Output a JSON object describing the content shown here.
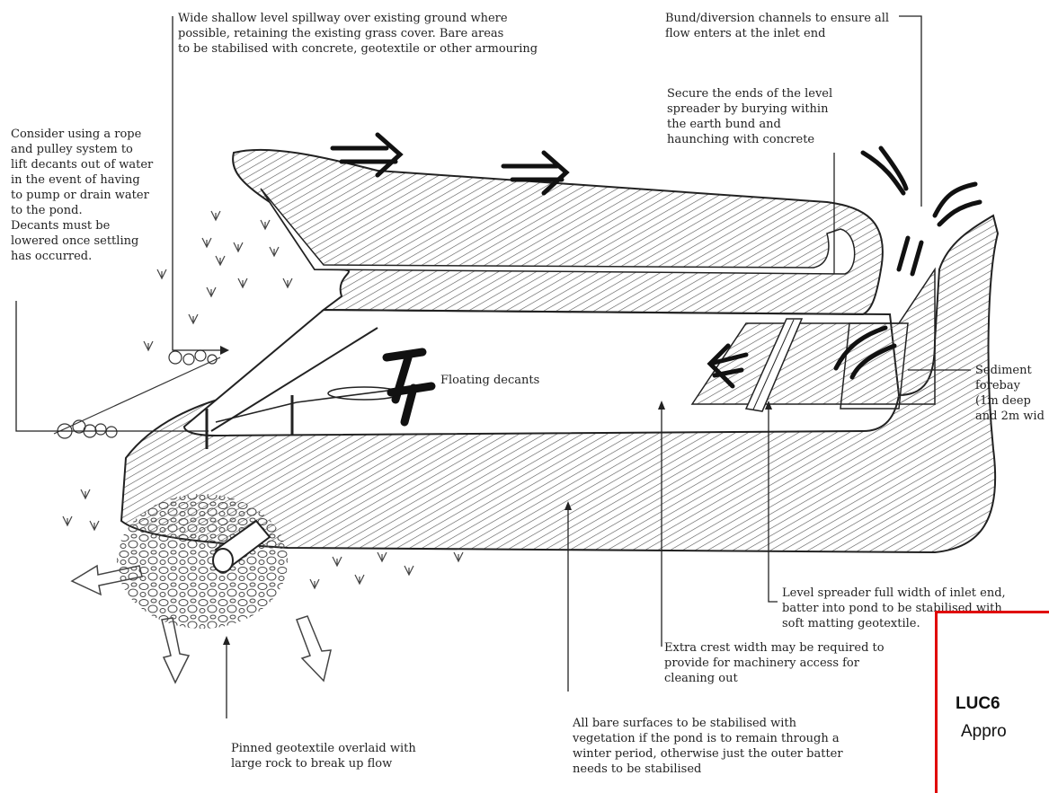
{
  "annotations": {
    "spillway": "Wide shallow level spillway over existing ground where\npossible, retaining the existing grass cover. Bare areas\nto be stabilised with concrete, geotextile or other armouring",
    "bund": "Bund/diversion channels to ensure all\nflow enters at the inlet end",
    "secure_ends": "Secure the ends of the level\nspreader by burying within\nthe earth bund and\nhaunching with concrete",
    "rope_pulley": "Consider using a rope\nand pulley system to\nlift decants out of water\nin the event of having\nto pump or drain water\nto the pond.\nDecants must be\nlowered once settling\nhas occurred.",
    "floating_decants": "Floating decants",
    "sediment_forebay": "Sediment\nforebay\n(1m deep\nand 2m wid",
    "level_spreader": "Level spreader full width of inlet end,\nbatter into pond to be stabilised with\nsoft matting geotextile.",
    "extra_crest": "Extra crest width may be required to\nprovide for machinery access for\ncleaning out",
    "bare_surfaces": "All bare surfaces to be stabilised with\nvegetation if the pond is to remain through a\nwinter period, otherwise just the outer batter\nneeds to be stabilised",
    "pinned_geotextile": "Pinned geotextile overlaid with\nlarge rock to break up flow"
  },
  "legend": {
    "code": "LUC6",
    "subtitle": "Appro"
  },
  "colors": {
    "ink": "#222222",
    "hatch": "#555555",
    "legend_border": "#e00000"
  }
}
